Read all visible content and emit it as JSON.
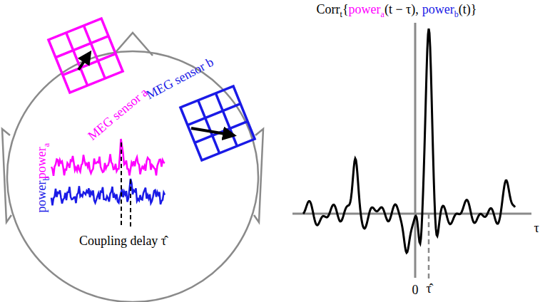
{
  "diagram": {
    "labels": [
      "MEG sensor a",
      "MEG sensor b",
      "power",
      "b",
      "power",
      "a",
      "Coupling delay τ̂",
      "Corr",
      "t",
      "{",
      "power",
      "a",
      "(t − τ),",
      "power",
      "b",
      "(t)}",
      "0",
      "τ̂",
      "τ"
    ]
  }
}
